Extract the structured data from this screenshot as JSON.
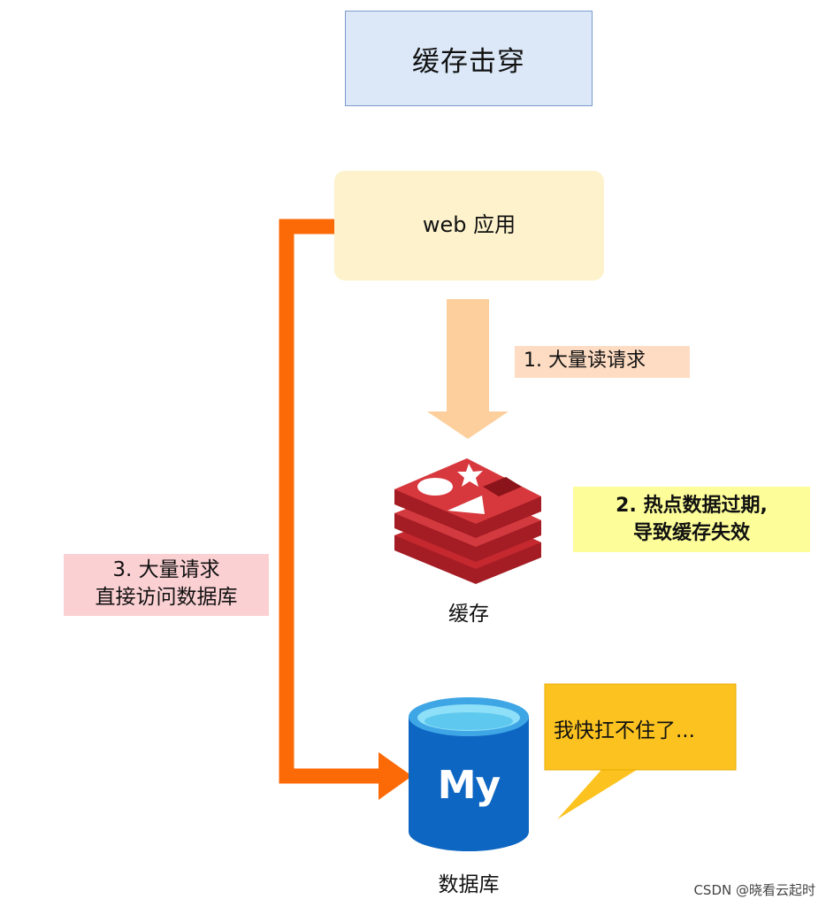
{
  "title": "缓存击穿",
  "nodes": {
    "web_app": "web 应用",
    "cache": "缓存",
    "database": "数据库",
    "db_logo_text": "My"
  },
  "labels": {
    "step1": "1. 大量读请求",
    "step2_line1": "2. 热点数据过期,",
    "step2_line2": "导致缓存失效",
    "step3_line1": "3. 大量请求",
    "step3_line2": "直接访问数据库"
  },
  "speech": "我快扛不住了...",
  "watermark": "CSDN @晓看云起时",
  "colors": {
    "title_bg": "#dce8f8",
    "web_bg": "#fdf2cc",
    "down_arrow": "#fccf9c",
    "orange_path": "#fc6a08",
    "redis_red": "#c5282f",
    "db_blue": "#0d66c2",
    "speech_bg": "#fcc320"
  }
}
